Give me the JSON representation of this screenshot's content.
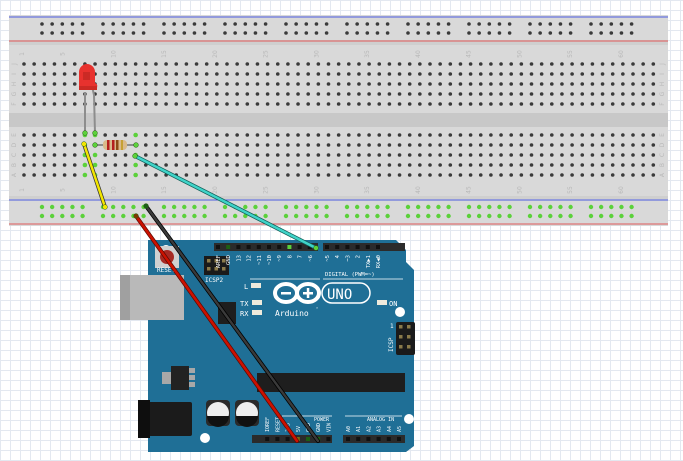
{
  "canvas": {
    "title": "Arduino UNO LED blink breadboard view"
  },
  "breadboard": {
    "column_numbers": [
      "1",
      "5",
      "10",
      "15",
      "20",
      "25",
      "30",
      "35",
      "40",
      "45",
      "50",
      "55",
      "60"
    ],
    "top_rows": [
      "J",
      "I",
      "H",
      "G",
      "F"
    ],
    "bottom_rows": [
      "E",
      "D",
      "C",
      "B",
      "A"
    ],
    "rail_colors": {
      "negative": "#4a5ae0",
      "positive": "#e05a5a"
    }
  },
  "components": {
    "led": {
      "name": "Red LED",
      "color": "#e8322e"
    },
    "resistor": {
      "name": "Resistor"
    }
  },
  "wires": [
    {
      "name": "yellow-wire",
      "color": "#f2e600",
      "from": "breadboard D7",
      "to": "breadboard GND rail"
    },
    {
      "name": "cyan-wire",
      "color": "#3fd3c8",
      "from": "breadboard C12",
      "to": "Arduino digital pin 8"
    },
    {
      "name": "red-wire",
      "color": "#cc1100",
      "from": "breadboard power rail",
      "to": "Arduino 5V"
    },
    {
      "name": "black-wire",
      "color": "#222222",
      "from": "breadboard GND rail",
      "to": "Arduino GND"
    }
  ],
  "arduino": {
    "board_color": "#1f6f96",
    "reset_label": "RESET",
    "icsp2_label": "ICSP2",
    "icsp_label": "ICSP",
    "icsp_pin1": "1",
    "digital_pins": [
      "AREF",
      "GND",
      "13",
      "12",
      "~11",
      "~10",
      "~9",
      "8",
      "7",
      "~6",
      "~5",
      "4",
      "~3",
      "2",
      "TX▶1",
      "RX◀0"
    ],
    "digital_label": "DIGITAL (PWM=~)",
    "led_labels": {
      "l": "L",
      "tx": "TX",
      "rx": "RX",
      "on": "ON"
    },
    "logo_text": "UNO",
    "brand": "Arduino",
    "tm": "™",
    "power_label": "POWER",
    "power_pins": [
      "IOREF",
      "RESET",
      "3V3",
      "5V",
      "GND",
      "GND",
      "VIN"
    ],
    "analog_label": "ANALOG IN",
    "analog_pins": [
      "A0",
      "A1",
      "A2",
      "A3",
      "A4",
      "A5"
    ]
  }
}
